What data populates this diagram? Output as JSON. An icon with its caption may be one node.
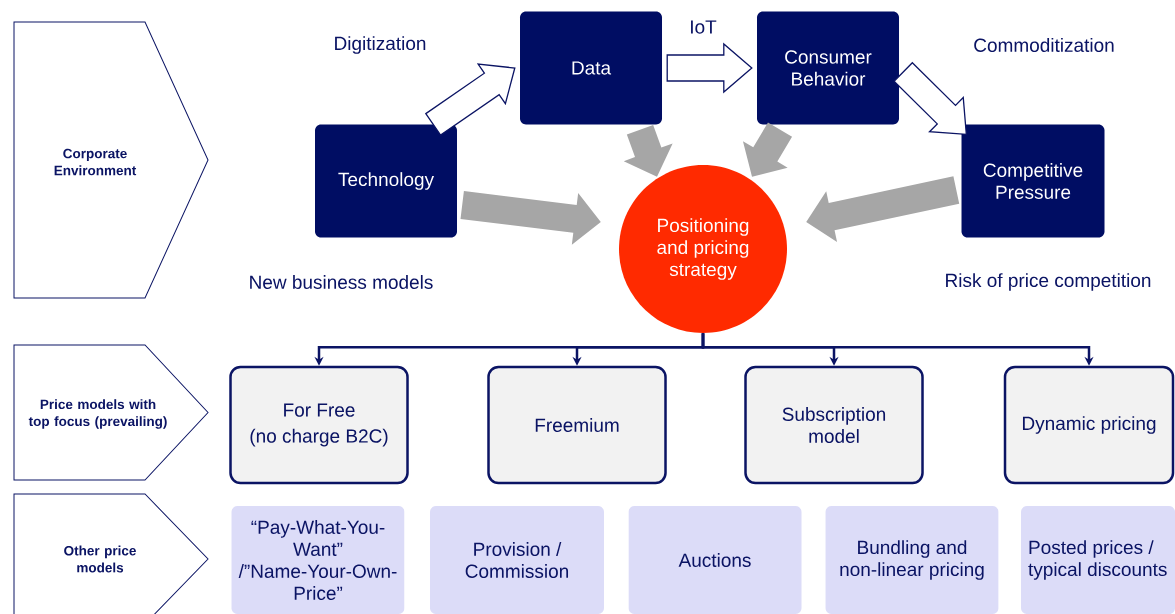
{
  "diagram": {
    "nodes": [
      {
        "text": [
          "Corporate Environment"
        ]
      },
      {
        "text": [
          "Technology"
        ],
        "beside": [
          "New business models"
        ]
      },
      {
        "text": [
          "Data"
        ]
      },
      {
        "text": [
          "Consumer Behavior"
        ]
      },
      {
        "text": [
          "Competitive Pressure"
        ],
        "beside": [
          "Risk of price competition"
        ]
      },
      {
        "text": [
          "Positioning and pricing strategy"
        ]
      },
      {
        "text": [
          "Price models with top focus (prevailing)"
        ]
      },
      {
        "text": [
          "For Free",
          "(no charge B2C)"
        ]
      },
      {
        "text": [
          "Freemium"
        ]
      },
      {
        "text": [
          "Subscription model"
        ]
      },
      {
        "text": [
          "Dynamic pricing"
        ]
      },
      {
        "text": [
          "Other price models"
        ]
      },
      {
        "text": [
          "“Pay-What-You-Want” /”Name-Your-Own-Price”"
        ]
      },
      {
        "text": [
          "Provision / Commission"
        ]
      },
      {
        "text": [
          "Auctions"
        ]
      },
      {
        "text": [
          "Bundling and non-linear pricing"
        ]
      },
      {
        "text": [
          "Posted prices / typical discounts"
        ]
      }
    ],
    "edges": [
      {
        "from": 1,
        "to": 2,
        "arrow": "to",
        "style": "thick",
        "label": "Digitization"
      },
      {
        "from": 2,
        "to": 3,
        "arrow": "to",
        "style": "thick",
        "label": "IoT"
      },
      {
        "from": 3,
        "to": 4,
        "arrow": "to",
        "style": "thick",
        "label": "Commoditization"
      },
      {
        "from": 2,
        "to": 5,
        "arrow": "to",
        "style": "thick",
        "color": "#a6a6a6"
      },
      {
        "from": 3,
        "to": 5,
        "arrow": "to",
        "style": "thick",
        "color": "#a6a6a6"
      },
      {
        "from": 1,
        "to": 5,
        "arrow": "to",
        "style": "thick",
        "color": "#a6a6a6"
      },
      {
        "from": 4,
        "to": 5,
        "arrow": "to",
        "style": "thick",
        "color": "#a6a6a6"
      },
      {
        "from": 5,
        "to": 7,
        "arrow": "to"
      },
      {
        "from": 5,
        "to": 8,
        "arrow": "to"
      },
      {
        "from": 5,
        "to": 9,
        "arrow": "to"
      },
      {
        "from": 5,
        "to": 10,
        "arrow": "to"
      }
    ]
  }
}
